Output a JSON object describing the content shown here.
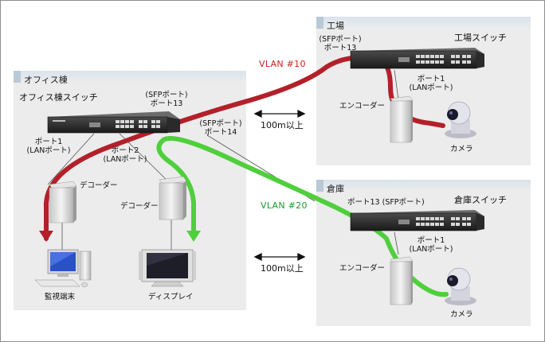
{
  "zones": {
    "office": {
      "title": "オフィス棟"
    },
    "factory": {
      "title": "工場"
    },
    "warehouse": {
      "title": "倉庫"
    }
  },
  "office": {
    "switch_name": "オフィス棟スイッチ",
    "sfp_port13": "(SFPポート)\nポート13",
    "sfp_port14": "(SFPポート)\nポート14",
    "lan_port1": "ポート1\n(LANポート)",
    "lan_port2": "ポート2\n(LANポート)",
    "decoder_1": "デコーダー",
    "decoder_2": "デコーダー",
    "monitor_terminal": "監視端末",
    "display": "ディスプレイ"
  },
  "factory": {
    "switch_name": "工場スイッチ",
    "sfp_port13": "(SFPポート)\nポート13",
    "lan_port1": "ポート1\n(LANポート)",
    "encoder": "エンコーダー",
    "camera": "カメラ"
  },
  "warehouse": {
    "switch_name": "倉庫スイッチ",
    "port13": "ポート13 (SFPポート)",
    "lan_port1": "ポート1\n(LANポート)",
    "encoder": "エンコーダー",
    "camera": "カメラ"
  },
  "links": {
    "distance_top": "100m以上",
    "distance_bottom": "100m以上",
    "vlan10": "VLAN #10",
    "vlan20": "VLAN #20"
  },
  "colors": {
    "vlan10": "#b3202a",
    "vlan20": "#4fcf3c",
    "vlan10_text": "#cc1f1f",
    "vlan20_text": "#1a9a2a"
  }
}
